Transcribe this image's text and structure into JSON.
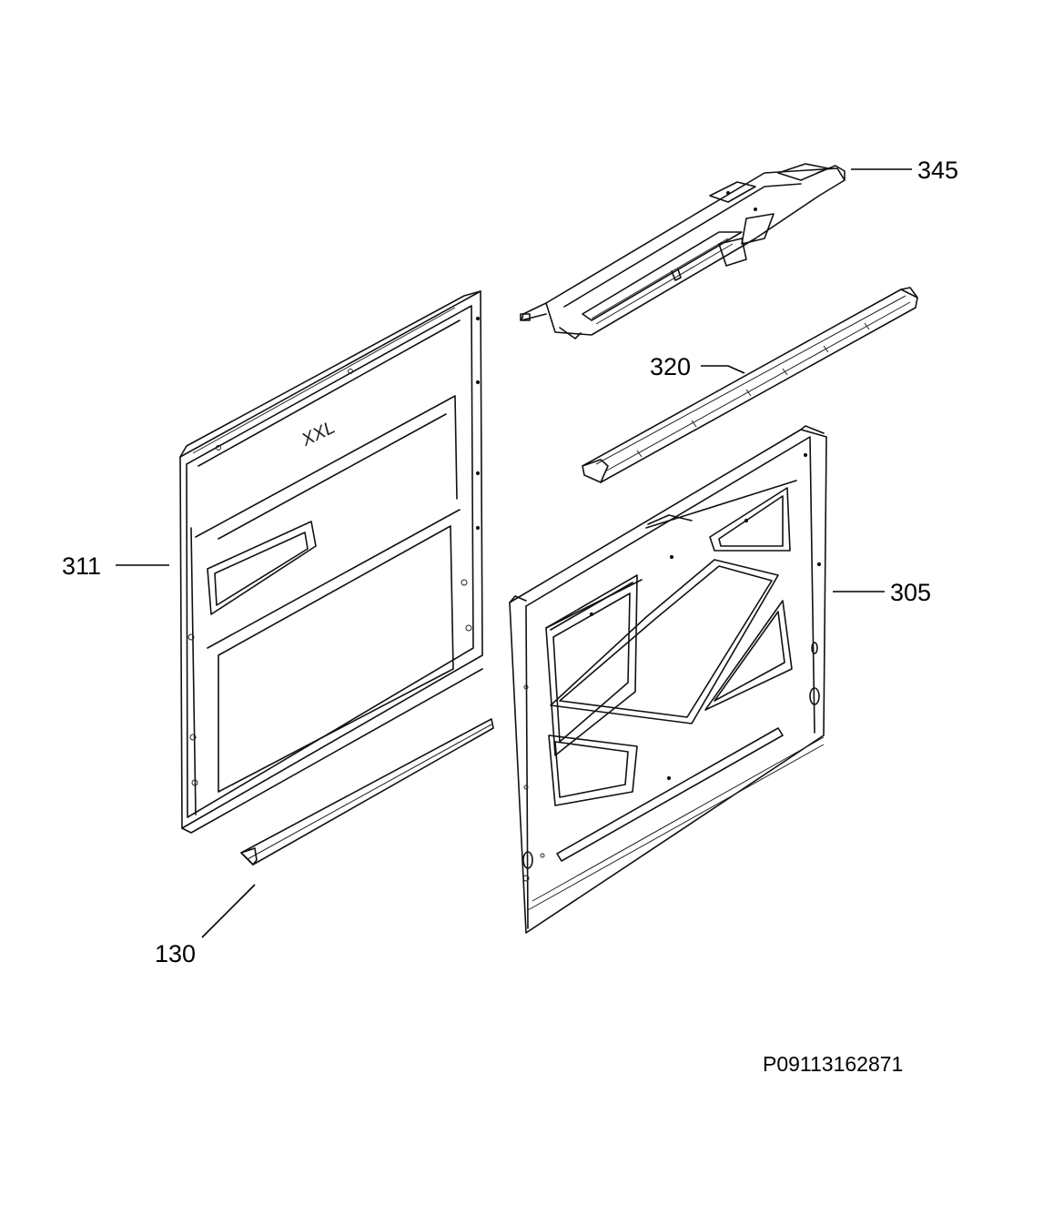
{
  "diagram": {
    "parts": [
      {
        "id": "part-345",
        "label": "345"
      },
      {
        "id": "part-320",
        "label": "320"
      },
      {
        "id": "part-311",
        "label": "311"
      },
      {
        "id": "part-305",
        "label": "305"
      },
      {
        "id": "part-130",
        "label": "130"
      }
    ],
    "reference_code": "P09113162871",
    "inner_door_logo": "XXL"
  }
}
